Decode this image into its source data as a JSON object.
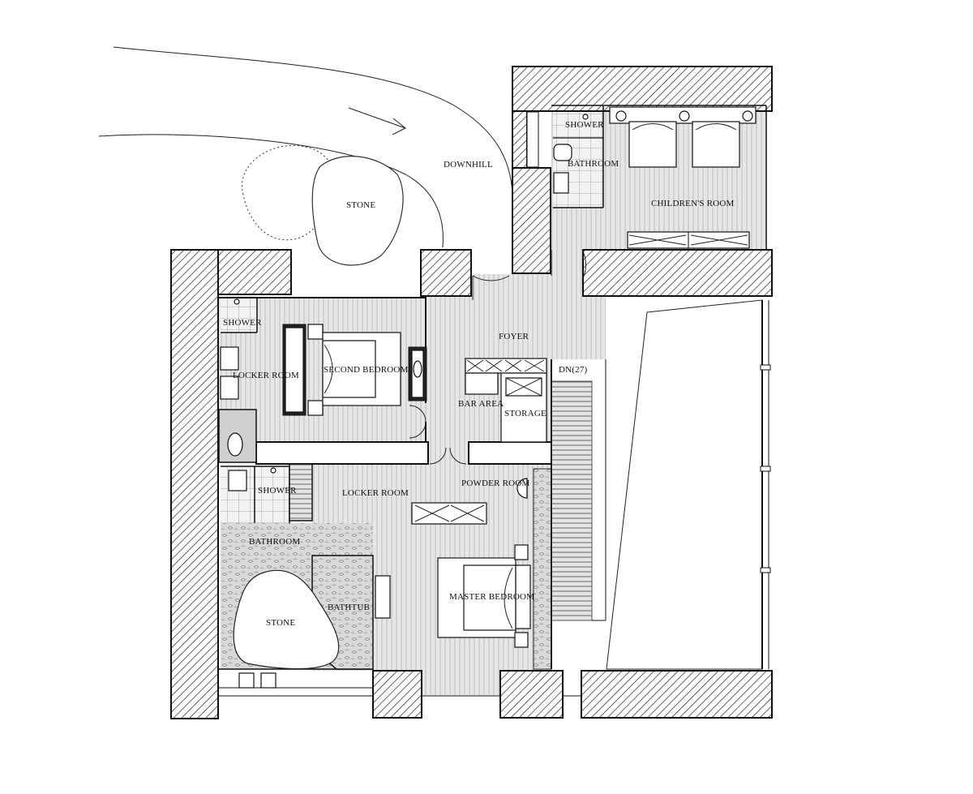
{
  "labels": {
    "downhill": "DOWNHILL",
    "stone_outdoor": "STONE",
    "shower_kids": "SHOWER",
    "bathroom_kids": "BATHROOM",
    "childrens_room": "CHILDREN'S ROOM",
    "shower_second": "SHOWER",
    "locker_second": "LOCKER ROOM",
    "second_bedroom": "SECOND BEDROOM",
    "foyer": "FOYER",
    "dn": "DN(27)",
    "bar_area": "BAR AREA",
    "storage": "STORAGE",
    "shower_master": "SHOWER",
    "locker_master": "LOCKER ROOM",
    "powder_room": "POWDER ROOM",
    "bathroom_master": "BATHROOM",
    "bathtub": "BATHTUB",
    "stone_bath": "STONE",
    "master_bedroom": "MASTER BEDROOM"
  }
}
